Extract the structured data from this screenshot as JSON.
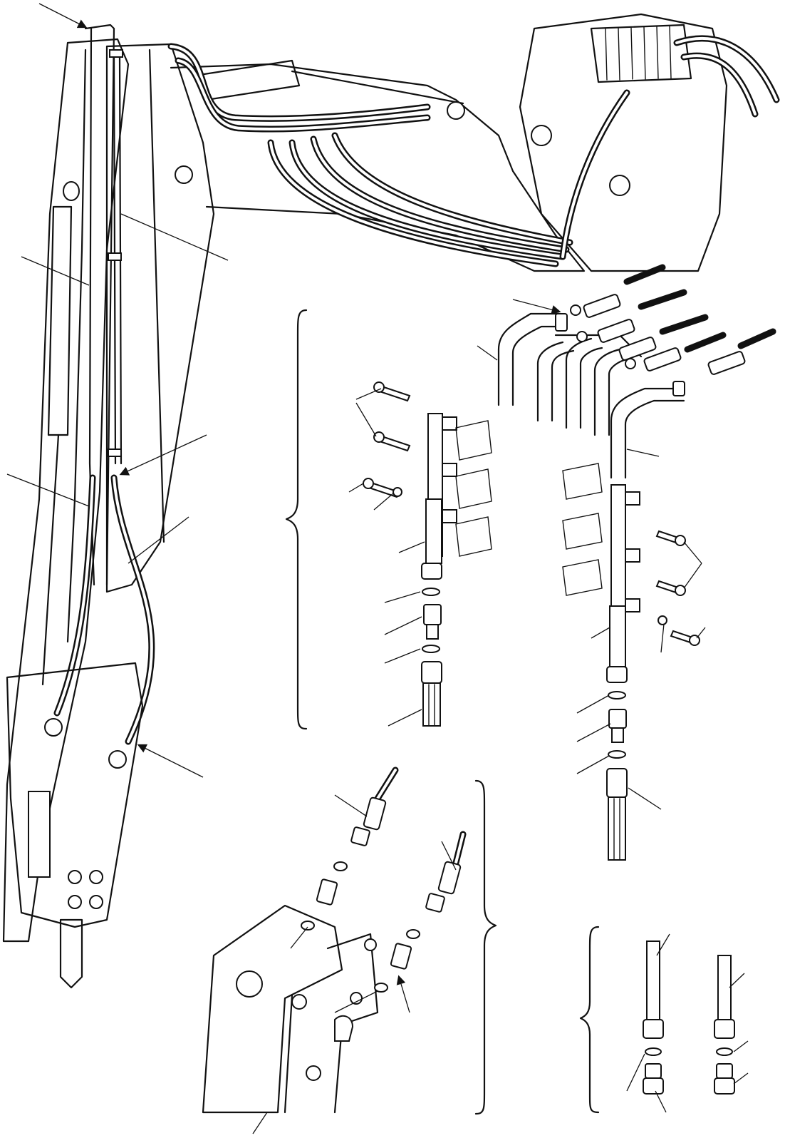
{
  "figure": {
    "kind": "exploded hydraulic piping diagram",
    "labels_present": false
  },
  "colors": {
    "ink": "#111111",
    "paper": "#ffffff"
  },
  "views": [
    "boom-and-arm-piping-overview",
    "control-valve-end-fittings",
    "arm-end-fitting-detail",
    "left-fitting-stack",
    "right-fitting-stack",
    "variant-fitting-detail"
  ]
}
